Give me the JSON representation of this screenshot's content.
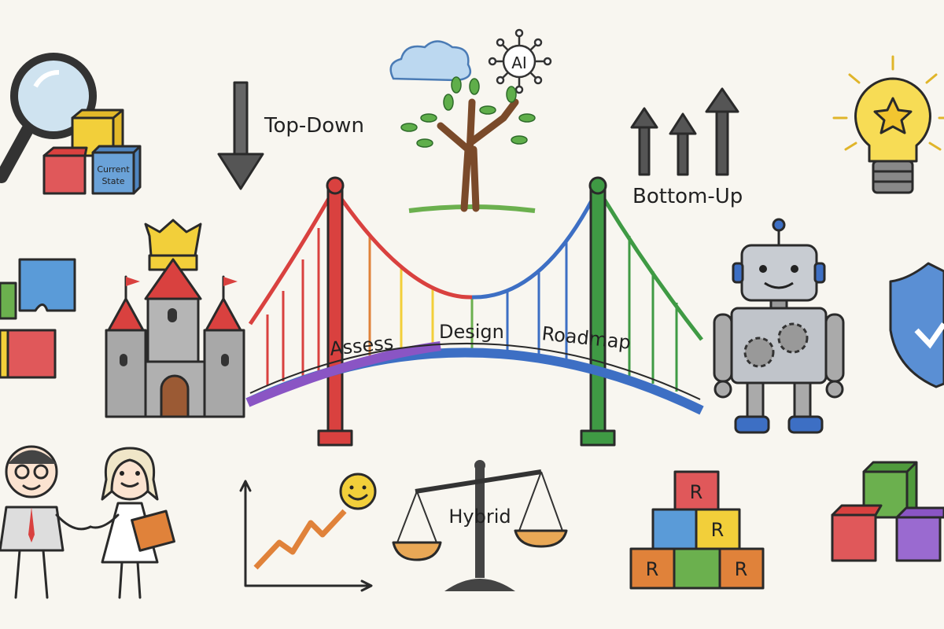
{
  "labels": {
    "top_down": "Top-Down",
    "bottom_up": "Bottom-Up",
    "ai": "AI",
    "current_state": [
      "Current",
      "State"
    ],
    "bridge": [
      "Assess",
      "Design",
      "Roadmap"
    ],
    "hybrid": "Hybrid",
    "blocks": [
      "R",
      "R",
      "R",
      "R"
    ]
  },
  "colors": {
    "background": "#f8f6f0",
    "red": "#d9413f",
    "green": "#3f9a44",
    "blue": "#3d6fc4",
    "yellow": "#f2cf3a",
    "orange": "#e0823a",
    "purple": "#8a55c4",
    "gray": "#9a9a9a"
  },
  "icons": [
    "magnifier-icon",
    "cubes-icon",
    "arrow-down-icon",
    "cloud-icon",
    "ai-network-icon",
    "tree-icon",
    "arrows-up-icon",
    "lightbulb-icon",
    "puzzle-icon",
    "castle-icon",
    "crown-icon",
    "bridge-icon",
    "robot-icon",
    "shield-check-icon",
    "handshake-people-icon",
    "growth-chart-icon",
    "smiley-icon",
    "balance-scale-icon",
    "r-blocks-icon",
    "colored-cubes-icon"
  ]
}
